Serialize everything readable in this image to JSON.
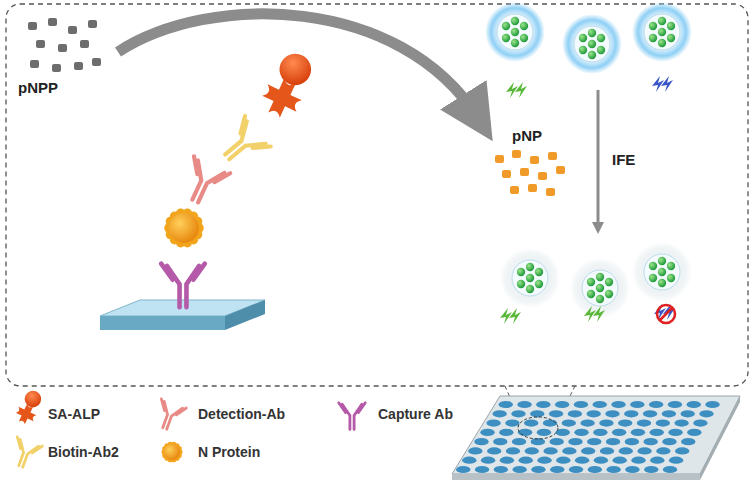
{
  "diagram": {
    "labels": [
      "pNPP",
      "pNP",
      "IFE"
    ],
    "legend": [
      {
        "text": "SA-ALP"
      },
      {
        "text": "Detection-Ab"
      },
      {
        "text": "Capture Ab"
      },
      {
        "text": "Biotin-Ab2"
      },
      {
        "text": "N Protein"
      }
    ]
  }
}
